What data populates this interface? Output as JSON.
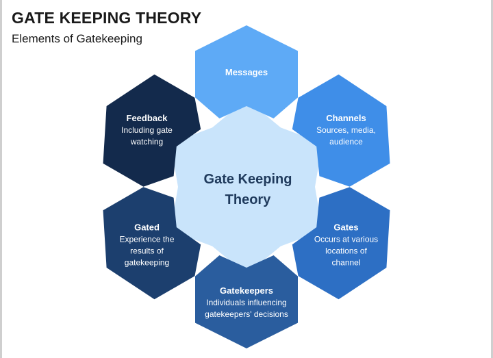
{
  "header": {
    "title": "GATE KEEPING THEORY",
    "subtitle": "Elements of Gatekeeping"
  },
  "center": {
    "line1": "Gate Keeping",
    "line2": "Theory",
    "color": "#c9e4fb"
  },
  "segments": [
    {
      "title": "Messages",
      "desc": [],
      "color": "#5eaaf6"
    },
    {
      "title": "Channels",
      "desc": [
        "Sources, media,",
        "audience"
      ],
      "color": "#3f8ee8"
    },
    {
      "title": "Gates",
      "desc": [
        "Occurs at various",
        "locations of",
        "channel"
      ],
      "color": "#2d6fc4"
    },
    {
      "title": "Gatekeepers",
      "desc": [
        "Individuals influencing",
        "gatekeepers' decisions"
      ],
      "color": "#2a5d9e"
    },
    {
      "title": "Gated",
      "desc": [
        "Experience the",
        "results of",
        "gatekeeping"
      ],
      "color": "#1c3f6e"
    },
    {
      "title": "Feedback",
      "desc": [
        "Including gate",
        "watching"
      ],
      "color": "#132a4c"
    }
  ]
}
